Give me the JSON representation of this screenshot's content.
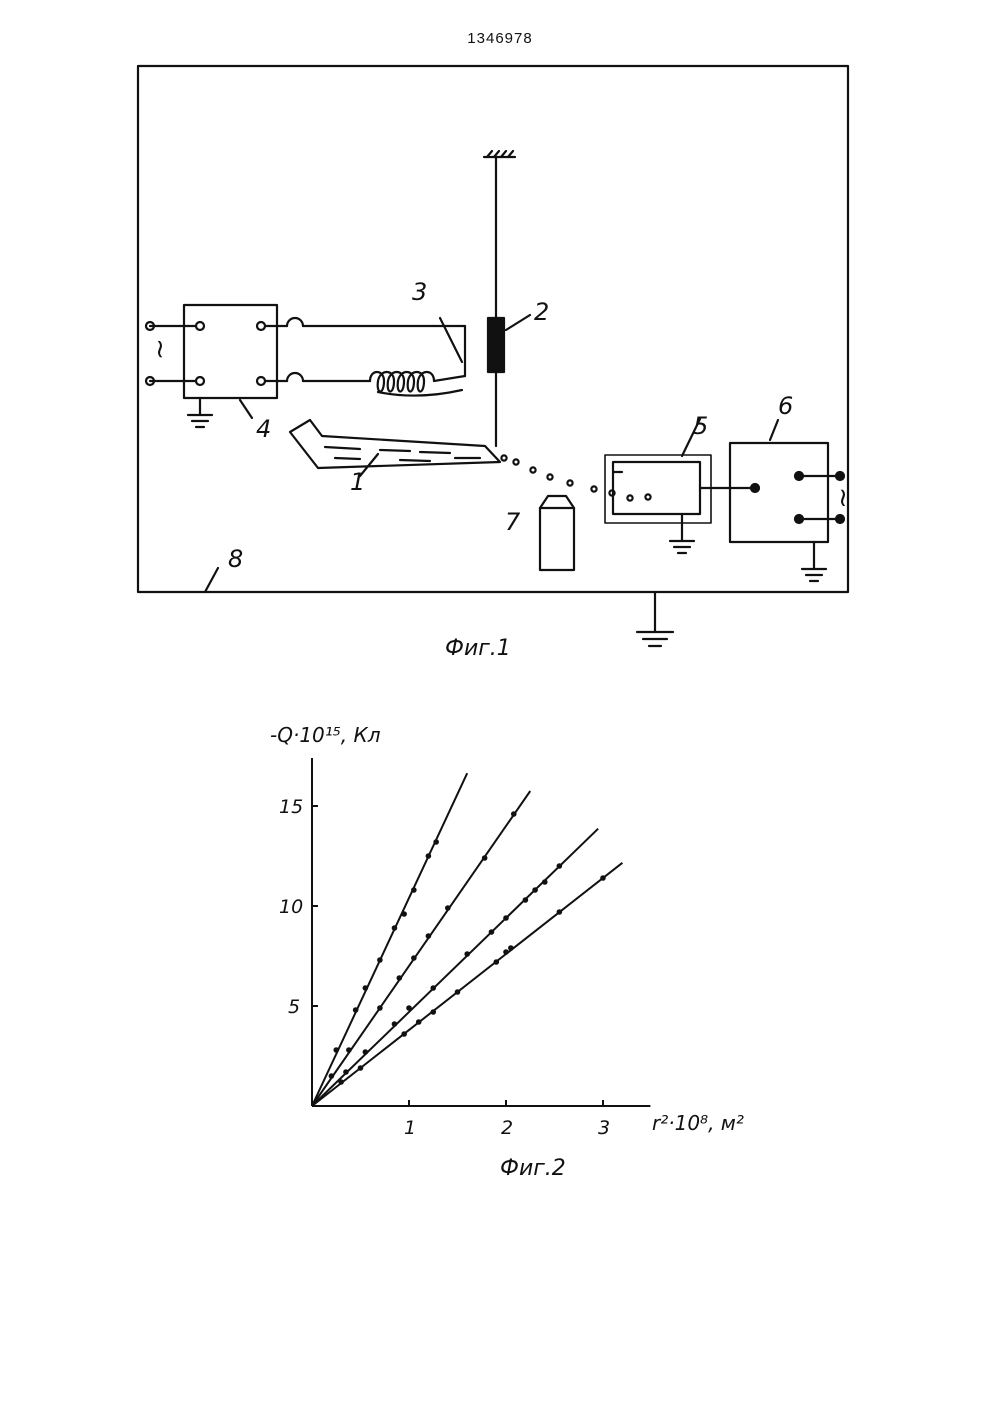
{
  "patent_number": "1346978",
  "figure1": {
    "caption": "Фиг.1",
    "labels": {
      "n1": "1",
      "n2": "2",
      "n3": "3",
      "n4": "4",
      "n5": "5",
      "n6": "6",
      "n7": "7",
      "n8": "8"
    },
    "ac_symbol": "~"
  },
  "figure2": {
    "caption": "Фиг.2",
    "chart_data": {
      "type": "scatter",
      "ylabel": "-Q·10¹⁵, Кл",
      "xlabel": "r²·10⁸, м²",
      "x_ticks": [
        "1",
        "2",
        "3"
      ],
      "y_ticks": [
        "5",
        "10",
        "15"
      ],
      "xlim": [
        0,
        3.2
      ],
      "ylim": [
        0,
        17
      ],
      "series": [
        {
          "slope": 10.4,
          "line_x_end": 1.6,
          "points": [
            [
              0.25,
              2.8
            ],
            [
              0.45,
              4.8
            ],
            [
              0.55,
              5.9
            ],
            [
              0.7,
              7.3
            ],
            [
              0.85,
              8.9
            ],
            [
              0.95,
              9.6
            ],
            [
              1.05,
              10.8
            ],
            [
              1.2,
              12.5
            ],
            [
              1.28,
              13.2
            ]
          ]
        },
        {
          "slope": 7.0,
          "line_x_end": 2.25,
          "points": [
            [
              0.2,
              1.5
            ],
            [
              0.38,
              2.8
            ],
            [
              0.7,
              4.9
            ],
            [
              0.9,
              6.4
            ],
            [
              1.05,
              7.4
            ],
            [
              1.2,
              8.5
            ],
            [
              1.4,
              9.9
            ],
            [
              1.78,
              12.4
            ],
            [
              2.08,
              14.6
            ]
          ]
        },
        {
          "slope": 4.7,
          "line_x_end": 2.95,
          "points": [
            [
              0.35,
              1.7
            ],
            [
              0.55,
              2.7
            ],
            [
              0.85,
              4.1
            ],
            [
              1.0,
              4.9
            ],
            [
              1.25,
              5.9
            ],
            [
              1.6,
              7.6
            ],
            [
              1.85,
              8.7
            ],
            [
              2.0,
              9.4
            ],
            [
              2.2,
              10.3
            ],
            [
              2.3,
              10.8
            ],
            [
              2.4,
              11.2
            ],
            [
              2.55,
              12.0
            ]
          ]
        },
        {
          "slope": 3.8,
          "line_x_end": 3.2,
          "points": [
            [
              0.3,
              1.2
            ],
            [
              0.5,
              1.9
            ],
            [
              0.95,
              3.6
            ],
            [
              1.1,
              4.2
            ],
            [
              1.25,
              4.7
            ],
            [
              1.5,
              5.7
            ],
            [
              1.9,
              7.2
            ],
            [
              2.0,
              7.7
            ],
            [
              2.05,
              7.9
            ],
            [
              2.55,
              9.7
            ],
            [
              3.0,
              11.4
            ]
          ]
        }
      ]
    }
  }
}
